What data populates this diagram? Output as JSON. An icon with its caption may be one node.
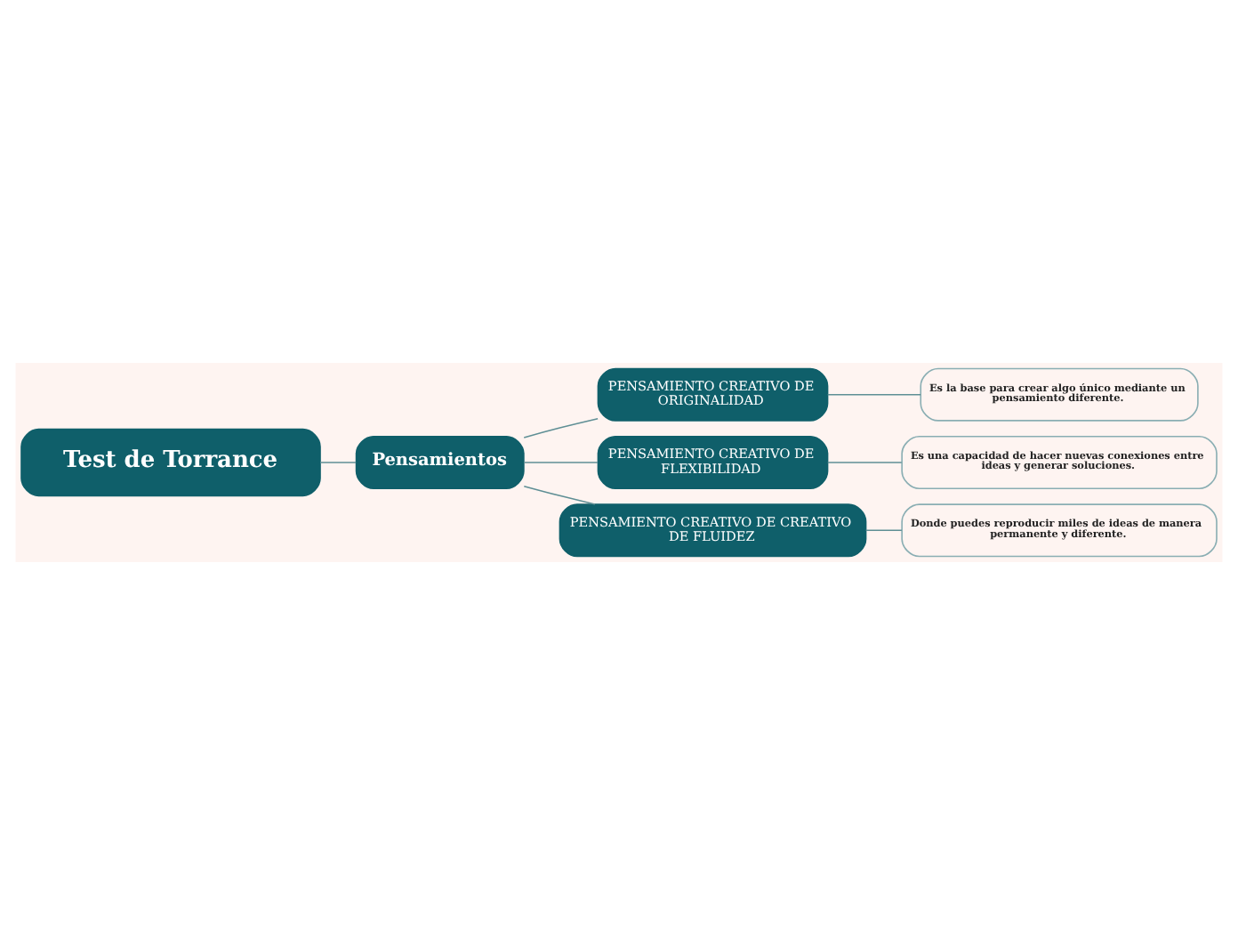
{
  "diagram": {
    "nodes": [
      {
        "text": [
          "Test de Torrance"
        ]
      },
      {
        "text": [
          "Pensamientos"
        ]
      },
      {
        "text": [
          "PENSAMIENTO CREATIVO DE ORIGINALIDAD"
        ]
      },
      {
        "text": [
          "PENSAMIENTO CREATIVO DE FLEXIBILIDAD"
        ]
      },
      {
        "text": [
          "PENSAMIENTO CREATIVO DE CREATIVO DE FLUIDEZ"
        ]
      },
      {
        "text": [
          "Es la base para crear algo único mediante un pensamiento diferente."
        ]
      },
      {
        "text": [
          "Es una capacidad de hacer nuevas conexiones entre ideas y generar soluciones."
        ]
      },
      {
        "text": [
          "Donde puedes reproducir miles de ideas de manera permanente y diferente."
        ]
      }
    ],
    "edges": [
      {
        "from": 0,
        "to": 1,
        "arrow": "none"
      },
      {
        "from": 1,
        "to": 2,
        "arrow": "none"
      },
      {
        "from": 1,
        "to": 3,
        "arrow": "none"
      },
      {
        "from": 1,
        "to": 4,
        "arrow": "none"
      },
      {
        "from": 2,
        "to": 5,
        "arrow": "none"
      },
      {
        "from": 3,
        "to": 6,
        "arrow": "none"
      },
      {
        "from": 4,
        "to": 7,
        "arrow": "none"
      }
    ]
  }
}
